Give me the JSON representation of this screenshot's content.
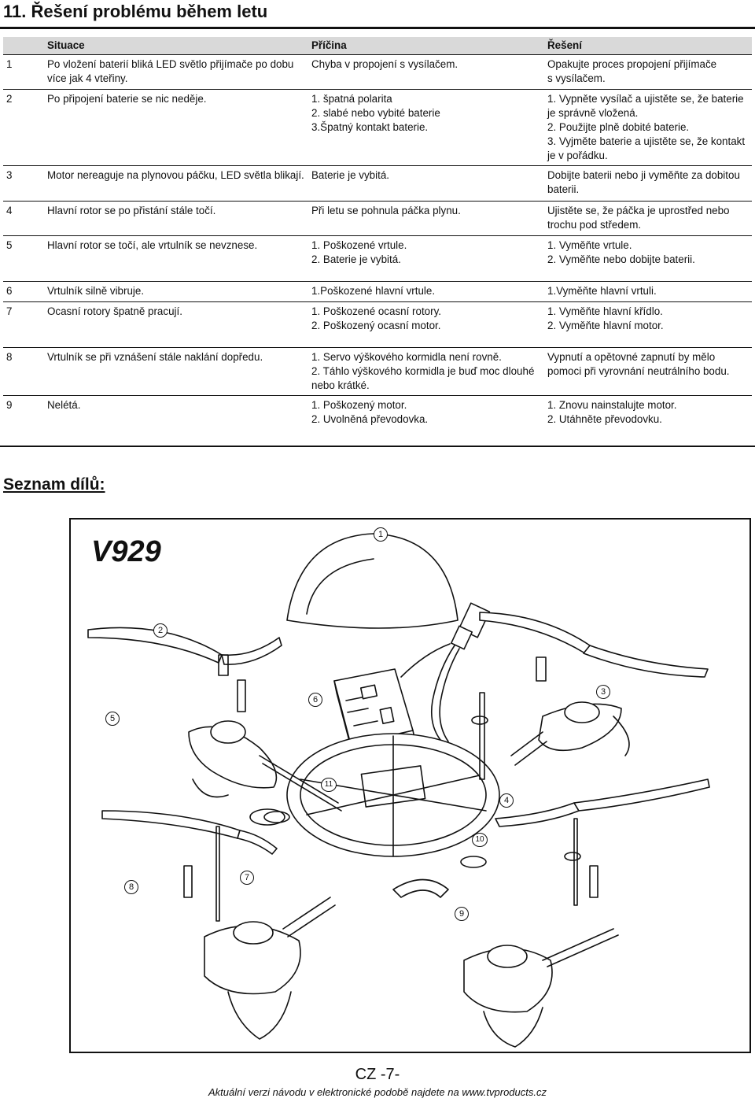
{
  "section_title": "11. Řešení problému během letu",
  "table": {
    "headers": [
      "",
      "Situace",
      "Příčina",
      "Řešení"
    ],
    "rows": [
      {
        "num": "1",
        "situation": "Po vložení baterií bliká LED světlo přijímače po dobu více jak 4 vteřiny.",
        "cause": "Chyba v propojení s vysílačem.",
        "solution": "Opakujte proces propojení přijímače\ns vysílačem."
      },
      {
        "num": "2",
        "situation": "Po připojení baterie se nic neděje.",
        "cause": "1. špatná polarita\n2. slabé nebo vybité baterie\n3.Špatný kontakt baterie.",
        "solution": "1. Vypněte vysílač a ujistěte se, že baterie\nje správně vložená.\n2. Použijte plně dobité baterie.\n3. Vyjměte baterie a ujistěte se, že kontakt\nje v pořádku."
      },
      {
        "num": "3",
        "situation": "Motor nereaguje na plynovou páčku, LED světla blikají.",
        "cause": "Baterie je vybitá.",
        "solution": "Dobijte baterii nebo ji vyměňte za dobitou baterii."
      },
      {
        "num": "4",
        "situation": "Hlavní rotor se po přistání stále točí.",
        "cause": "Při letu se pohnula páčka plynu.",
        "solution": "Ujistěte se, že páčka je uprostřed nebo trochu pod středem."
      },
      {
        "num": "5",
        "situation": "Hlavní rotor se točí, ale vrtulník se nevznese.",
        "cause": "1. Poškozené vrtule.\n2. Baterie je vybitá.",
        "solution": "1. Vyměňte vrtule.\n2. Vyměňte nebo dobijte baterii."
      },
      {
        "num": "6",
        "situation": "Vrtulník silně vibruje.",
        "cause": "1.Poškozené hlavní vrtule.",
        "solution": "1.Vyměňte hlavní vrtuli."
      },
      {
        "num": "7",
        "situation": "Ocasní rotory špatně pracují.",
        "cause": "1. Poškozené ocasní rotory.\n2. Poškozený ocasní motor.",
        "solution": "1. Vyměňte hlavní křídlo.\n2. Vyměňte hlavní motor."
      },
      {
        "num": "8",
        "situation": "Vrtulník se při vznášení stále naklání dopředu.",
        "cause": "1. Servo výškového kormidla není rovně.\n2. Táhlo výškového kormidla je buď moc dlouhé nebo krátké.",
        "solution": "Vypnutí a opětovné zapnutí by mělo pomoci při vyrovnání neutrálního bodu."
      },
      {
        "num": "9",
        "situation": "Nelétá.",
        "cause": "1. Poškozený motor.\n2. Uvolněná převodovka.",
        "solution": "1. Znovu nainstalujte motor.\n2. Utáhněte převodovku."
      }
    ]
  },
  "parts": {
    "title": "Seznam dílů:",
    "model": "V929",
    "callouts": [
      "1",
      "2",
      "3",
      "4",
      "5",
      "6",
      "7",
      "8",
      "9",
      "10",
      "11"
    ]
  },
  "footer": {
    "page": "CZ -7-",
    "note": "Aktuální verzi návodu v elektronické podobě najdete na www.tvproducts.cz"
  }
}
